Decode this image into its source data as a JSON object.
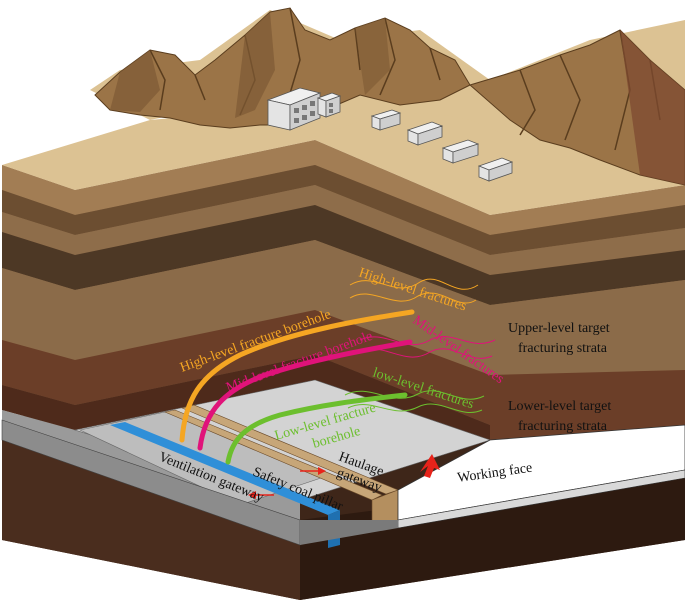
{
  "labels": {
    "high_fractures": "High-level fractures",
    "mid_fractures": "Mid-level fractures",
    "low_fractures": "low-level fractures",
    "high_borehole": "High-level fracture borehole",
    "mid_borehole": "Mid-level fracture borehole",
    "low_borehole_1": "Low-level fracture",
    "low_borehole_2": "borehole",
    "upper_target_1": "Upper-level target",
    "upper_target_2": "fracturing strata",
    "lower_target_1": "Lower-level target",
    "lower_target_2": "fracturing strata",
    "haulage_1": "Haulage",
    "haulage_2": "gateway",
    "working_face": "Working face",
    "ventilation": "Ventilation gateway",
    "pillar": "Safety coal pillar"
  },
  "colors": {
    "high_borehole": "#f5a623",
    "mid_borehole": "#e0137a",
    "low_borehole": "#6cbf2e",
    "arrow": "#e8231a",
    "ventilation_channel": "#2f8fd8"
  }
}
